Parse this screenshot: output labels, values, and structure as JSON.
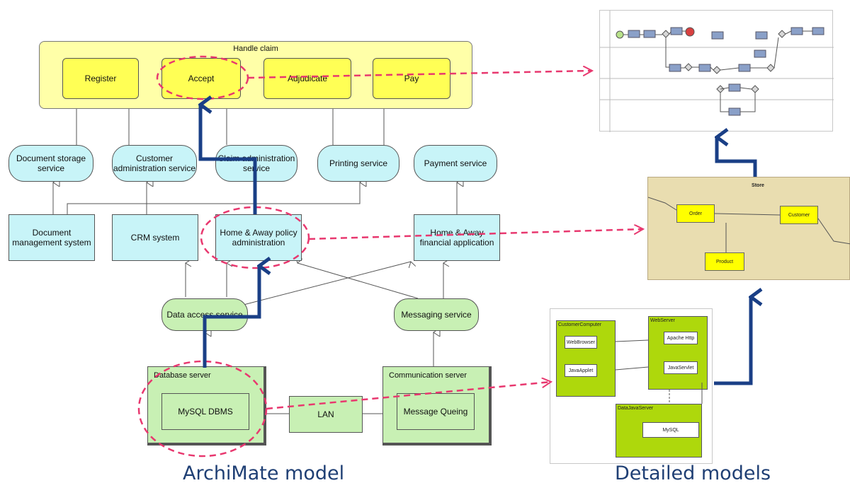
{
  "archimate": {
    "process_group": "Handle claim",
    "processes": [
      "Register",
      "Accept",
      "Adjudicate",
      "Pay"
    ],
    "services": [
      "Document storage service",
      "Customer administration service",
      "Claim administration service",
      "Printing service",
      "Payment service"
    ],
    "applications": [
      "Document management system",
      "CRM system",
      "Home & Away policy administration",
      "Home & Away financial application"
    ],
    "infra_services": [
      "Data access service",
      "Messaging service"
    ],
    "nodes": {
      "database_server": "Database server",
      "mysql": "MySQL DBMS",
      "lan": "LAN",
      "communication_server": "Communication server",
      "message_queuing": "Message Queing"
    },
    "caption": "ArchiMate model"
  },
  "detailed": {
    "caption": "Detailed models",
    "class_diagram": {
      "title": "Store",
      "classes": [
        "Order",
        "Customer",
        "Product"
      ]
    },
    "deployment": {
      "nodes": [
        "CustomerComputer",
        "WebServer",
        "DataJavaServer"
      ],
      "components": [
        "WebBrowser",
        "JavaApplet",
        "Apache Http",
        "JavaServlet",
        "MySQL"
      ]
    }
  },
  "colors": {
    "business": "#ffff55",
    "business_bg": "#ffffa8",
    "application": "#c8f4f8",
    "technology": "#c8f0b4",
    "highlight": "#e8386f",
    "trace_arrow": "#1a3f86",
    "caption": "#1f3f74"
  }
}
